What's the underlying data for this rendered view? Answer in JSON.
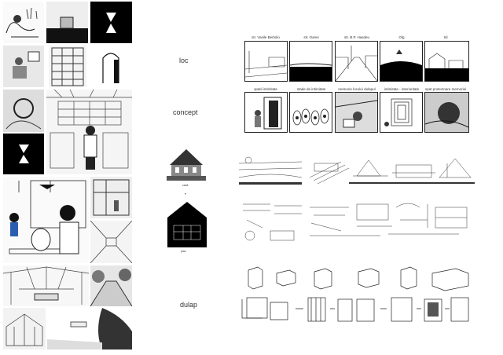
{
  "sections": {
    "loc": "loc",
    "concept": "concept",
    "dulap": "dulap"
  },
  "loc_captions": [
    "str. Vasile Bertolio",
    "str. Oanei",
    "str. B.P. Hasdeu",
    "Olg",
    "Sil"
  ],
  "concept_captions": [
    "spatii intimitate",
    "stade de intimitate",
    "memorie locului dulapul",
    "intimitate - interioritate",
    "spat protectoare memoriei"
  ],
  "house_caption": "casă",
  "plan_caption": "plan"
}
